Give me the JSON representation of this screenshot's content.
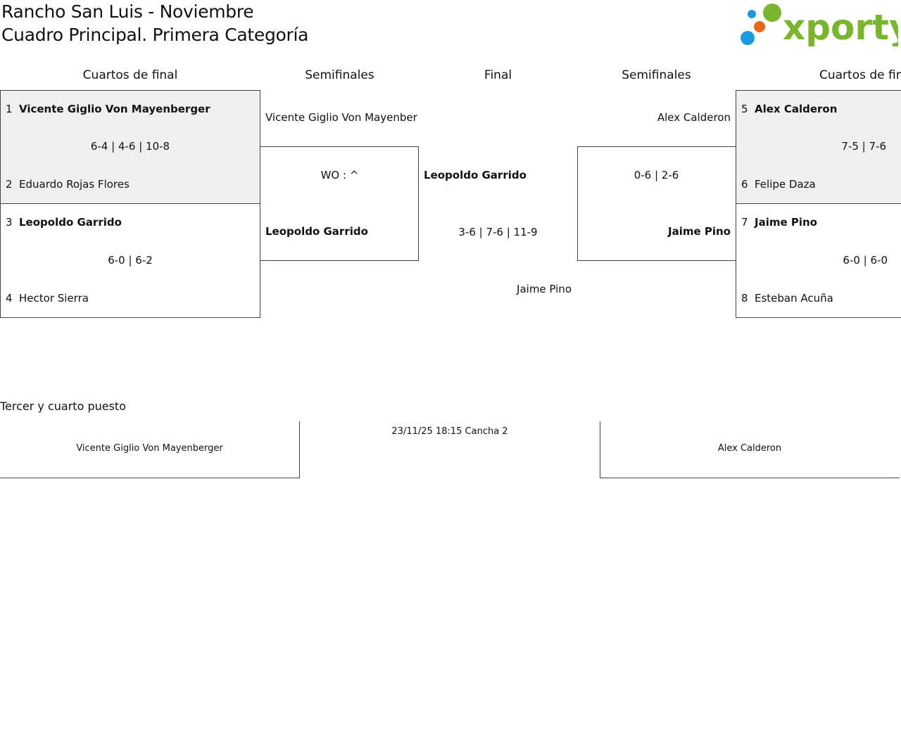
{
  "header": {
    "title_line1": "Rancho San Luis - Noviembre",
    "title_line2": "Cuadro Principal. Primera Categoría",
    "logo_text": "xporty",
    "logo_colors": [
      "#1a9be0",
      "#e8681a",
      "#7ab52f"
    ]
  },
  "rounds": {
    "left_qf": "Cuartos de final",
    "left_sf": "Semifinales",
    "final": "Final",
    "right_sf": "Semifinales",
    "right_qf": "Cuartos de final"
  },
  "qf": [
    {
      "seed_a": "1",
      "player_a": "Vicente Giglio Von Mayenberger",
      "score": "6-4 | 4-6 | 10-8",
      "seed_b": "2",
      "player_b": "Eduardo Rojas Flores"
    },
    {
      "seed_a": "3",
      "player_a": "Leopoldo Garrido",
      "score": "6-0 | 6-2",
      "seed_b": "4",
      "player_b": "Hector Sierra"
    },
    {
      "seed_a": "5",
      "player_a": "Alex Calderon",
      "score": "7-5 | 7-6",
      "seed_b": "6",
      "player_b": "Felipe Daza"
    },
    {
      "seed_a": "7",
      "player_a": "Jaime Pino",
      "score": "6-0 | 6-0",
      "seed_b": "8",
      "player_b": "Esteban Acuña"
    }
  ],
  "sf_left": {
    "player_a": "Vicente Giglio Von Mayenber",
    "score": "WO : ^",
    "player_b": "Leopoldo Garrido"
  },
  "sf_right": {
    "player_a": "Alex Calderon",
    "score": "0-6 | 2-6",
    "player_b": "Jaime Pino"
  },
  "final": {
    "player_a": "Leopoldo Garrido",
    "score": "3-6 | 7-6 | 11-9",
    "player_b": "Jaime Pino"
  },
  "third_place": {
    "title": "Tercer y cuarto puesto",
    "player_a": "Vicente Giglio Von Mayenberger",
    "schedule": "23/11/25 18:15 Cancha 2",
    "player_b": "Alex Calderon"
  }
}
